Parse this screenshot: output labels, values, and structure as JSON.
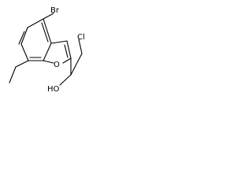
{
  "structure": {
    "atoms": {
      "bromine": "Br",
      "chlorine": "Cl",
      "ring_oxygen": "O",
      "hydroxyl": "HO"
    }
  }
}
